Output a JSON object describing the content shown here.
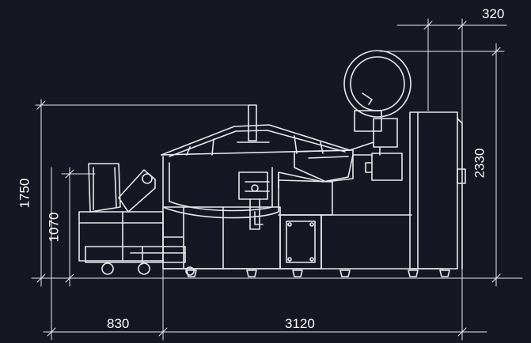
{
  "colors": {
    "background": "#161722",
    "line": "#e8e8ec",
    "text": "#ffffff"
  },
  "dimensions": {
    "top_right_width": "320",
    "overall_height": "1750",
    "feeder_height": "1070",
    "total_height": "2330",
    "feeder_length": "830",
    "machine_length": "3120"
  }
}
